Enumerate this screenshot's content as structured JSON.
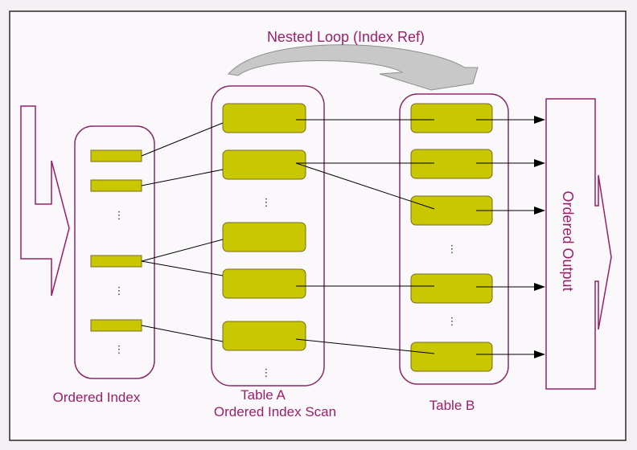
{
  "title": "Nested Loop (Index Ref)",
  "labels": {
    "ordered_index": "Ordered Index",
    "table_a": "Table   A",
    "scan": "Ordered Index Scan",
    "table_b": "Table   B",
    "ordered_output": "Ordered Output"
  },
  "ellipsis": "⋮",
  "colors": {
    "frame_border": "#2a2a2a",
    "group_border": "#8a2a66",
    "text": "#9a1e6a",
    "record_fill": "#c9c800",
    "record_border": "#7a6a20",
    "loop_arrow": "#c8c8c8",
    "line": "#000000"
  }
}
